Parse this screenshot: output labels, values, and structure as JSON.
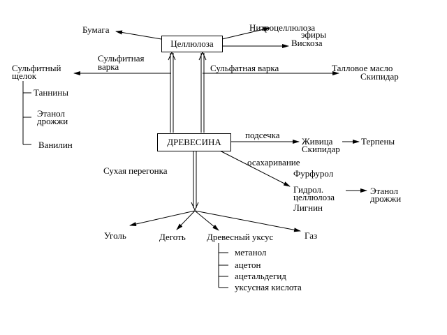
{
  "nodes": {
    "cellulose": "Целлюлоза",
    "wood": "ДРЕВЕСИНА",
    "paper": "Бумага",
    "nitrocellulose": "Нитроцеллюлоза",
    "esters": "эфиры",
    "viscose": "Вискоза",
    "sulfite_cooking": [
      "Сульфитная",
      "варка"
    ],
    "sulfite_liquor": [
      "Сульфитный",
      "щелок"
    ],
    "sulfate_cooking": "Сульфатная варка",
    "tall_oil": "Талловое масло",
    "turpentine_top": "Скипидар",
    "tannins": "Таннины",
    "ethanol_yeast_left": [
      "Этанол",
      "дрожжи"
    ],
    "vanillin": "Ванилин",
    "tapping": "подсечка",
    "resin": "Живица",
    "turpentine_mid": "Скипидар",
    "terpenes": "Терпены",
    "saccharification": "осахаривание",
    "furfural": "Фурфурол",
    "hydrol_cellulose": [
      "Гидрол.",
      "целлюлоза"
    ],
    "ethanol_yeast_right": [
      "Этанол",
      "дрожжи"
    ],
    "lignin": "Лигнин",
    "dry_distillation": "Сухая перегонка",
    "charcoal": "Уголь",
    "tar": "Деготь",
    "wood_vinegar": "Древесный уксус",
    "gas": "Газ",
    "methanol": "метанол",
    "acetone": "ацетон",
    "acetaldehyde": "ацетальдегид",
    "acetic_acid": "уксусная кислота"
  }
}
